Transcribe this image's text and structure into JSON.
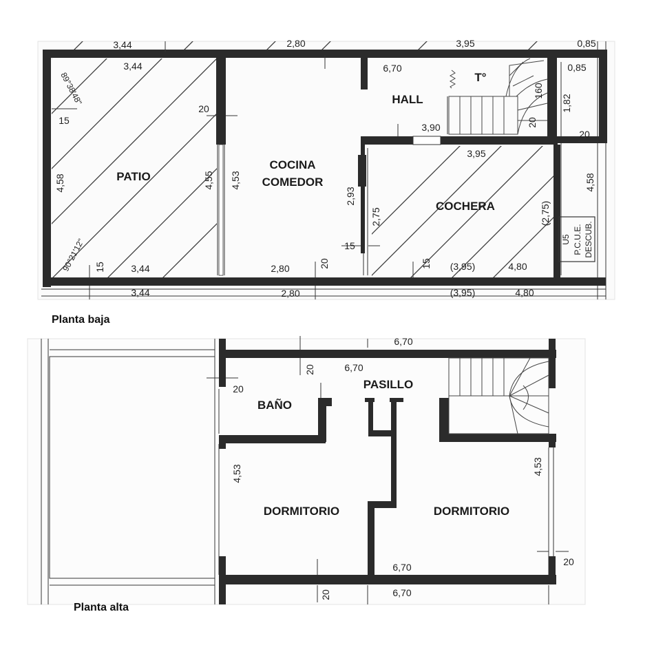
{
  "ground_floor": {
    "caption": "Planta baja",
    "rooms": {
      "patio": "PATIO",
      "cocina_line1": "COCINA",
      "cocina_line2": "COMEDOR",
      "hall": "HALL",
      "termo": "T°",
      "cochera": "COCHERA"
    },
    "dimensions": {
      "top_left_outer": "3,44",
      "top_left_inner": "3,44",
      "top_mid_outer": "2,80",
      "top_right_outer": "3,95",
      "top_far_right": "0,85",
      "hall_width": "6,70",
      "small_right": "0,85",
      "angle_top": "89°38'48\"",
      "angle_bottom": "90°21'12\"",
      "patio_wall_20": "20",
      "patio_left_15": "15",
      "patio_height_left": "4,58",
      "patio_height_right": "4,55",
      "cocina_height": "4,53",
      "cocina_door": "2,93",
      "cochera_height": "2,75",
      "cochera_15": "15",
      "stair_160": "160",
      "stair_20": "20",
      "hall_390": "3,90",
      "cochera_top": "3,95",
      "right_182": "1,82",
      "right_20": "20",
      "right_458": "4,58",
      "cochera_paren_height": "(2,75)",
      "pcue_line1": "U5",
      "pcue_line2": "P.C.U.E.",
      "pcue_line3": "DESCUB.",
      "bottom_left_15": "15",
      "bottom_patio": "3,44",
      "bottom_cocina": "2,80",
      "bottom_cocina_20": "20",
      "bottom_cochera_15": "15",
      "bottom_cochera_paren": "(3,95)",
      "bottom_cochera_480": "4,80",
      "outer_bottom_patio": "3,44",
      "outer_bottom_cocina": "2,80",
      "outer_bottom_paren": "(3,95)",
      "outer_bottom_480": "4,80"
    }
  },
  "upper_floor": {
    "caption": "Planta alta",
    "rooms": {
      "bano": "BAÑO",
      "pasillo": "PASILLO",
      "dormitorio_left": "DORMITORIO",
      "dormitorio_right": "DORMITORIO"
    },
    "dimensions": {
      "top_outer": "6,70",
      "top_inner": "6,70",
      "wall_20_top": "20",
      "bano_20": "20",
      "dorm_left_height": "4,53",
      "dorm_right_height": "4,53",
      "bottom_inner": "6,70",
      "right_20": "20",
      "bottom_20": "20",
      "bottom_outer": "6,70"
    }
  }
}
